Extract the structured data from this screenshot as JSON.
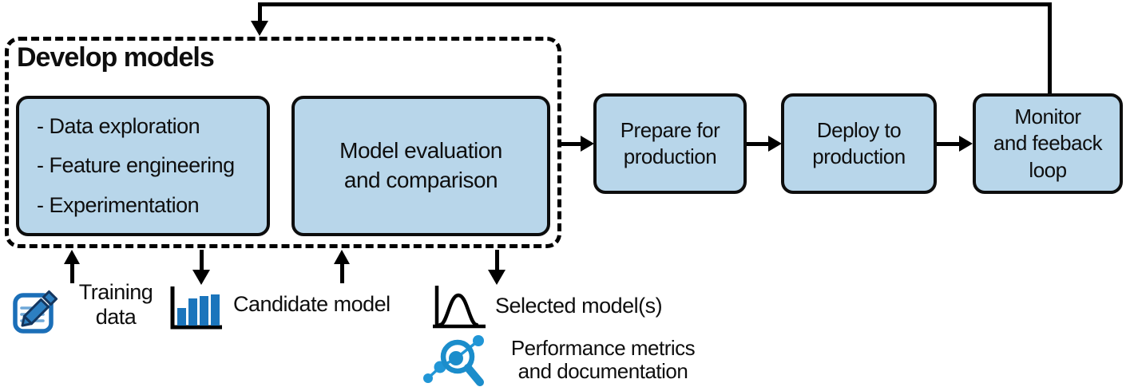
{
  "group": {
    "title": "Develop models"
  },
  "boxes": {
    "explore": {
      "items": [
        "- Data exploration",
        "- Feature engineering",
        "- Experimentation"
      ]
    },
    "evaluate": {
      "lines": [
        "Model evaluation",
        "and comparison"
      ]
    },
    "prepare": {
      "lines": [
        "Prepare for",
        "production"
      ]
    },
    "deploy": {
      "lines": [
        "Deploy to",
        "production"
      ]
    },
    "monitor": {
      "lines": [
        "Monitor",
        "and feeback",
        "loop"
      ]
    }
  },
  "artifacts": {
    "training": {
      "icon": "notepad-pencil-icon",
      "lines": [
        "Training",
        "data"
      ]
    },
    "candidate": {
      "icon": "bar-chart-icon",
      "lines": [
        "Candidate model"
      ]
    },
    "selected": {
      "icon": "bell-curve-icon",
      "lines": [
        "Selected model(s)"
      ]
    },
    "metrics": {
      "icon": "metrics-magnifier-icon",
      "lines": [
        "Performance metrics",
        "and documentation"
      ]
    }
  },
  "colors": {
    "box_fill": "#b8d6ea",
    "box_border": "#0d0d0d",
    "line_black": "#000000",
    "icon_blue": "#1b75bc",
    "icon_blue_mid": "#1b8dcb",
    "icon_blue_bright": "#2196d6",
    "icon_navy": "#14365f",
    "notepad_line_blue": "#6fa8d8"
  }
}
